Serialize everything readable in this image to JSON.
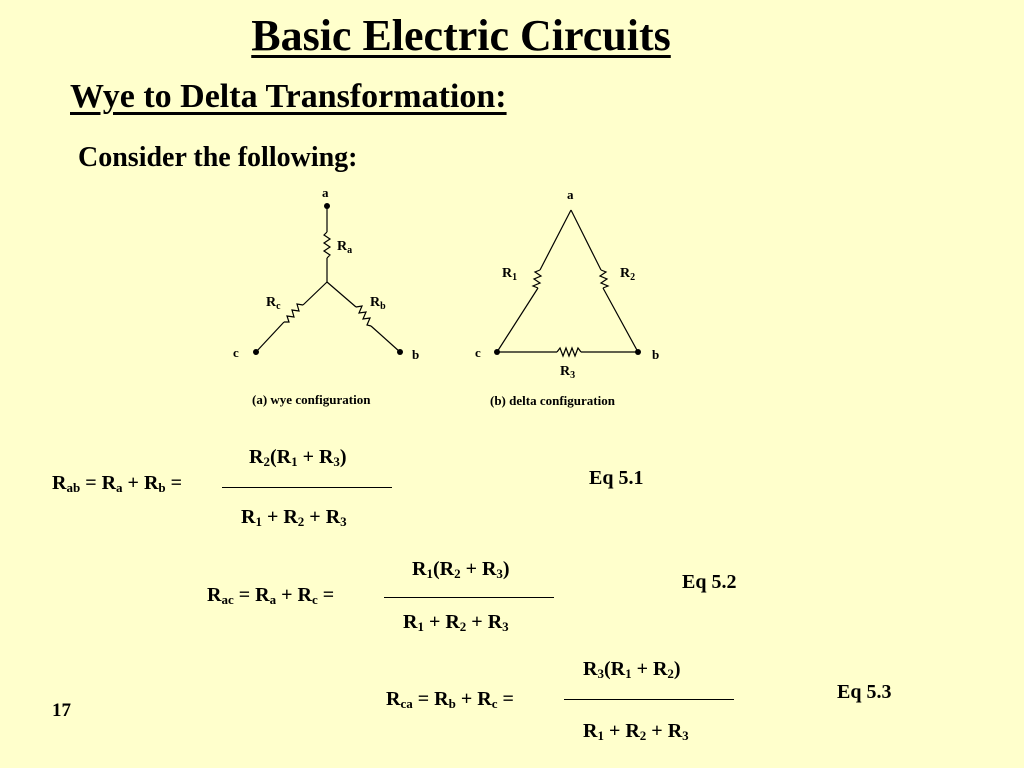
{
  "slide": {
    "title": "Basic Electric Circuits",
    "subtitle": "Wye to Delta Transformation:",
    "intro": "Consider the following:",
    "page_number": "17"
  },
  "wye": {
    "node_a": "a",
    "node_b": "b",
    "node_c": "c",
    "resistor_a": {
      "base": "R",
      "sub": "a"
    },
    "resistor_b": {
      "base": "R",
      "sub": "b"
    },
    "resistor_c": {
      "base": "R",
      "sub": "c"
    },
    "caption": "(a)  wye configuration"
  },
  "delta": {
    "node_a": "a",
    "node_b": "b",
    "node_c": "c",
    "resistor_1": {
      "base": "R",
      "sub": "1"
    },
    "resistor_2": {
      "base": "R",
      "sub": "2"
    },
    "resistor_3": {
      "base": "R",
      "sub": "3"
    },
    "caption": "(b)  delta configuration"
  },
  "equations": [
    {
      "lhs": {
        "r1": "R",
        "s1": "ab",
        "eq": " = ",
        "r2": "R",
        "s2": "a",
        "plus": " + ",
        "r3": "R",
        "s3": "b",
        "end": " ="
      },
      "num": {
        "a": "R",
        "as": "2",
        "b": "(R",
        "bs": "1",
        "c": " + R",
        "cs": "3",
        "d": ")"
      },
      "den": {
        "a": "R",
        "as": "1",
        "b": " + R",
        "bs": "2",
        "c": " + R",
        "cs": "3"
      },
      "label": "Eq  5.1"
    },
    {
      "lhs": {
        "r1": "R",
        "s1": "ac",
        "eq": " = ",
        "r2": "R",
        "s2": "a",
        "plus": " + ",
        "r3": "R",
        "s3": "c",
        "end": " ="
      },
      "num": {
        "a": "R",
        "as": "1",
        "b": "(R",
        "bs": "2",
        "c": " + R",
        "cs": "3",
        "d": ")"
      },
      "den": {
        "a": "R",
        "as": "1",
        "b": " + R",
        "bs": "2",
        "c": " + R",
        "cs": "3"
      },
      "label": "Eq  5.2"
    },
    {
      "lhs": {
        "r1": "R",
        "s1": "ca",
        "eq": " = ",
        "r2": "R",
        "s2": "b",
        "plus": " + ",
        "r3": "R",
        "s3": "c",
        "end": " ="
      },
      "num": {
        "a": "R",
        "as": "3",
        "b": "(R",
        "bs": "1",
        "c": " + R",
        "cs": "2",
        "d": ")"
      },
      "den": {
        "a": "R",
        "as": "1",
        "b": " + R",
        "bs": "2",
        "c": " + R",
        "cs": "3"
      },
      "label": "Eq  5.3"
    }
  ]
}
